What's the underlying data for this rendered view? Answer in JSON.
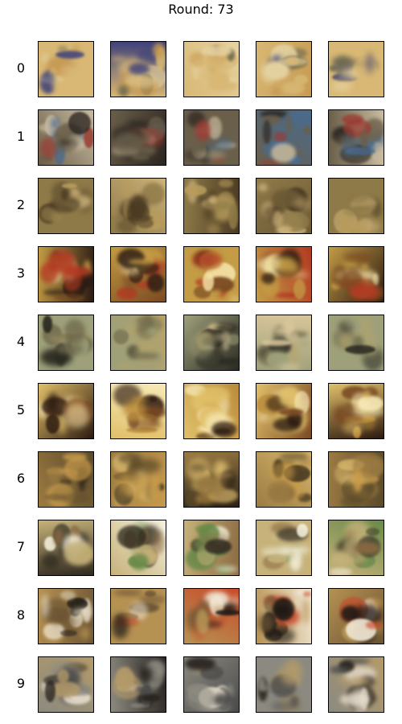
{
  "title": "Round: 73",
  "row_labels": [
    "0",
    "1",
    "2",
    "3",
    "4",
    "5",
    "6",
    "7",
    "8",
    "9"
  ],
  "columns": 5,
  "palettes": {
    "0": [
      "#d8b874",
      "#c69a52",
      "#e6d3a2",
      "#3c3f7a",
      "#6e6a4e"
    ],
    "1": [
      "#6a5f4a",
      "#2b2520",
      "#c8bba0",
      "#9b3a32",
      "#4a6b8e"
    ],
    "2": [
      "#8e7a48",
      "#6c5a36",
      "#b89c5c",
      "#4a3a22",
      "#cdb27a"
    ],
    "3": [
      "#c39c45",
      "#7b4a22",
      "#f4e2a6",
      "#2a1a12",
      "#b33a22"
    ],
    "4": [
      "#9ea07a",
      "#6f6a4c",
      "#d8c69a",
      "#2b2a22",
      "#b6a36a"
    ],
    "5": [
      "#e1c06a",
      "#b98b3a",
      "#f7e9b6",
      "#2d1a10",
      "#7a4a24"
    ],
    "6": [
      "#9b7b42",
      "#5b4a2a",
      "#d7b76c",
      "#2a2116",
      "#c89b4b"
    ],
    "7": [
      "#c6b27a",
      "#8a6a42",
      "#f5f0dc",
      "#2f2a20",
      "#6a8a4a"
    ],
    "8": [
      "#b69252",
      "#6b5434",
      "#f0e6d2",
      "#1e1a16",
      "#c84a2a"
    ],
    "9": [
      "#8c8a80",
      "#4a4a4a",
      "#e6dccb",
      "#2a2420",
      "#b39a6a"
    ]
  }
}
